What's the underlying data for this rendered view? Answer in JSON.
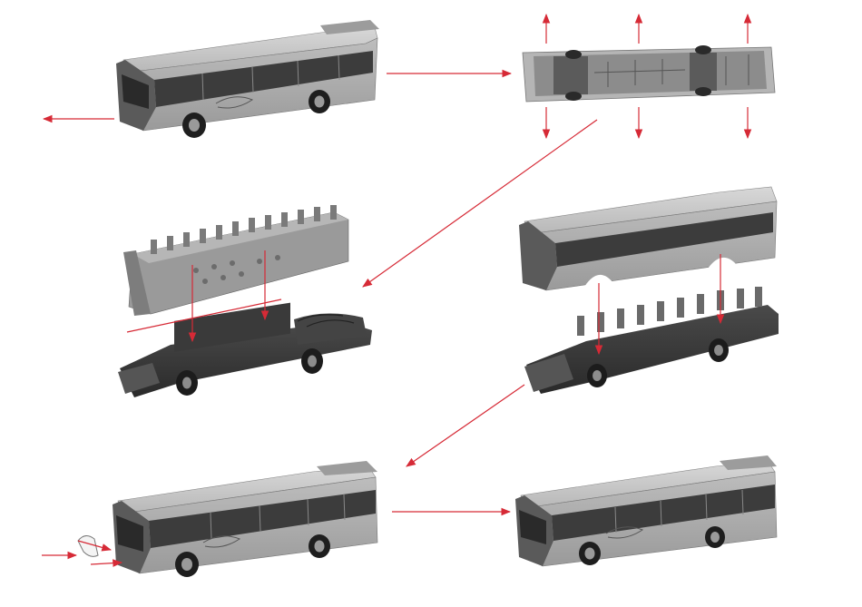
{
  "colors": {
    "arrow": "#d62a36",
    "body_light": "#c8c8c8",
    "body_mid": "#a6a6a6",
    "body_dark": "#555555",
    "window": "#3a3a3a",
    "chassis": "#2e2e2e",
    "background": "#ffffff"
  },
  "steps": [
    {
      "id": "complete-bus",
      "icon": "bus-model-icon"
    },
    {
      "id": "chassis-underside",
      "icon": "bus-chassis-underside-icon"
    },
    {
      "id": "interior-and-motor-chassis",
      "icon": "bus-interior-exploded-icon"
    },
    {
      "id": "body-and-seating",
      "icon": "bus-body-exploded-icon"
    },
    {
      "id": "bus-with-bumper",
      "icon": "bus-bumper-fit-icon"
    },
    {
      "id": "reassembled-bus",
      "icon": "bus-model-icon"
    }
  ]
}
